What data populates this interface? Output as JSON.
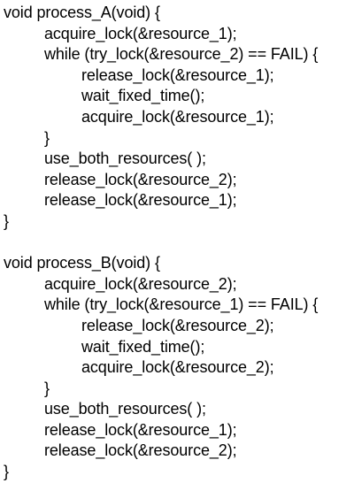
{
  "functions": [
    {
      "lines": [
        {
          "indent": 0,
          "text": "void process_A(void) {"
        },
        {
          "indent": 1,
          "text": "acquire_lock(&resource_1);"
        },
        {
          "indent": 1,
          "text": "while (try_lock(&resource_2) == FAIL) {"
        },
        {
          "indent": 2,
          "text": "release_lock(&resource_1);"
        },
        {
          "indent": 2,
          "text": "wait_fixed_time();"
        },
        {
          "indent": 2,
          "text": "acquire_lock(&resource_1);"
        },
        {
          "indent": 1,
          "text": "}"
        },
        {
          "indent": 1,
          "text": "use_both_resources( );"
        },
        {
          "indent": 1,
          "text": "release_lock(&resource_2);"
        },
        {
          "indent": 1,
          "text": "release_lock(&resource_1);"
        },
        {
          "indent": 0,
          "text": "}"
        }
      ]
    },
    {
      "lines": [
        {
          "indent": 0,
          "text": "void process_B(void) {"
        },
        {
          "indent": 1,
          "text": "acquire_lock(&resource_2);"
        },
        {
          "indent": 1,
          "text": "while (try_lock(&resource_1) == FAIL) {"
        },
        {
          "indent": 2,
          "text": "release_lock(&resource_2);"
        },
        {
          "indent": 2,
          "text": "wait_fixed_time();"
        },
        {
          "indent": 2,
          "text": "acquire_lock(&resource_2);"
        },
        {
          "indent": 1,
          "text": "}"
        },
        {
          "indent": 1,
          "text": "use_both_resources( );"
        },
        {
          "indent": 1,
          "text": "release_lock(&resource_1);"
        },
        {
          "indent": 1,
          "text": "release_lock(&resource_2);"
        },
        {
          "indent": 0,
          "text": "}"
        }
      ]
    }
  ]
}
